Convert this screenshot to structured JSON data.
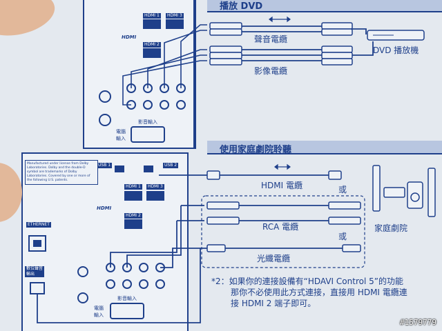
{
  "section_dvd": {
    "title": "播放 DVD"
  },
  "section_home_theater": {
    "title": "使用家庭劇院聆聽"
  },
  "dvd_diagram": {
    "audio_cable_label": "聲音電纜",
    "video_cable_label": "影像電纜",
    "device_label": "DVD 播放機"
  },
  "home_theater_diagram": {
    "hdmi_cable_label": "HDMI 電纜",
    "or_label_1": "或",
    "rca_cable_label": "RCA 電纜",
    "or_label_2": "或",
    "optical_cable_label": "光纖電纜",
    "device_label": "家庭劇院"
  },
  "note": {
    "marker": "*2：",
    "line1": "如果你的連接設備有“HDAVI Control 5”的功能",
    "line2": "那你不必使用此方式連接，直接用 HDMI 電纜連",
    "line3": "接 HDMI 2 端子即可。"
  },
  "tv_panel_upper": {
    "hdmi1": "HDMI 1",
    "hdmi3": "HDMI 3",
    "hdmi2": "HDMI 2",
    "hdmi_logo": "HDMI",
    "audio_in": "影音輸入",
    "pc_in": "電腦\n輸入"
  },
  "tv_panel_lower": {
    "usb1": "USB 1",
    "usb2": "USB 2",
    "hdmi1": "HDMI 1",
    "hdmi3": "HDMI 3",
    "hdmi2": "HDMI 2",
    "hdmi_logo": "HDMI",
    "ethernet": "ETHERNET",
    "digital_audio_out": "數位聲音\n輸出",
    "audio_in": "影音輸入",
    "pc_in": "電腦\n輸入"
  },
  "fineprint": "Manufactured under license from Dolby Laboratories. Dolby and the double-D symbol are trademarks of Dolby Laboratories. Covered by one or more of the following U.S. patents.",
  "watermark": "#1579779",
  "colors": {
    "ink": "#1e3f8a",
    "paper": "#e4e9ef",
    "bar": "#b8c6e0",
    "skin": "#e2b89a"
  }
}
